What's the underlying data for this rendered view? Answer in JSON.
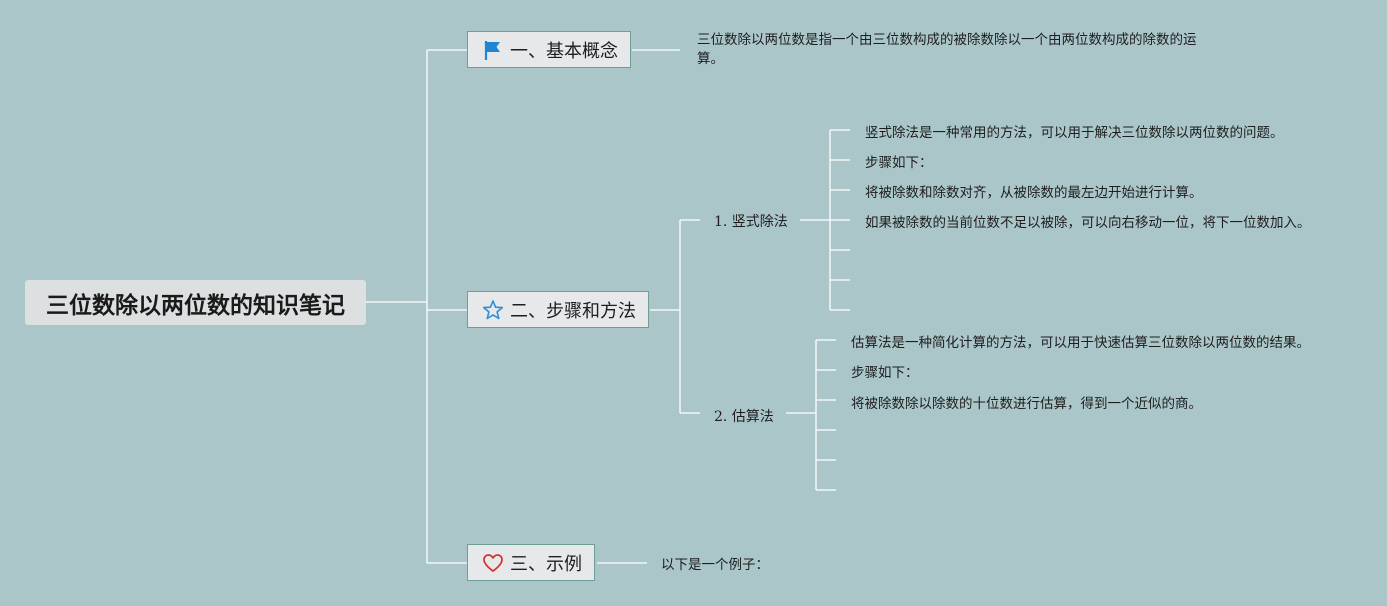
{
  "root": {
    "title": "三位数除以两位数的知识笔记"
  },
  "branches": {
    "concept": {
      "title": "一、基本概念",
      "icon": "flag-icon",
      "description": "三位数除以两位数是指一个由三位数构成的被除数除以一个由两位数构成的除数的运算。"
    },
    "methods": {
      "title": "二、步骤和方法",
      "icon": "star-icon",
      "subtopics": [
        {
          "title": "1. 竖式除法",
          "items": [
            "竖式除法是一种常用的方法，可以用于解决三位数除以两位数的问题。",
            "步骤如下：",
            "将被除数和除数对齐，从被除数的最左边开始进行计算。",
            "如果被除数的当前位数不足以被除，可以向右移动一位，将下一位数加入。",
            "",
            "",
            ""
          ]
        },
        {
          "title": "2. 估算法",
          "items": [
            "估算法是一种简化计算的方法，可以用于快速估算三位数除以两位数的结果。",
            "步骤如下：",
            "将被除数除以除数的十位数进行估算，得到一个近似的商。",
            "",
            "",
            ""
          ]
        }
      ]
    },
    "examples": {
      "title": "三、示例",
      "icon": "heart-icon",
      "description": "以下是一个例子："
    }
  },
  "colors": {
    "background": "#aac6c9",
    "connector": "#ffffff",
    "node_border": "#6f9e96",
    "flag": "#1f86d6",
    "star": "#2d8fd8",
    "heart": "#d2322d"
  }
}
